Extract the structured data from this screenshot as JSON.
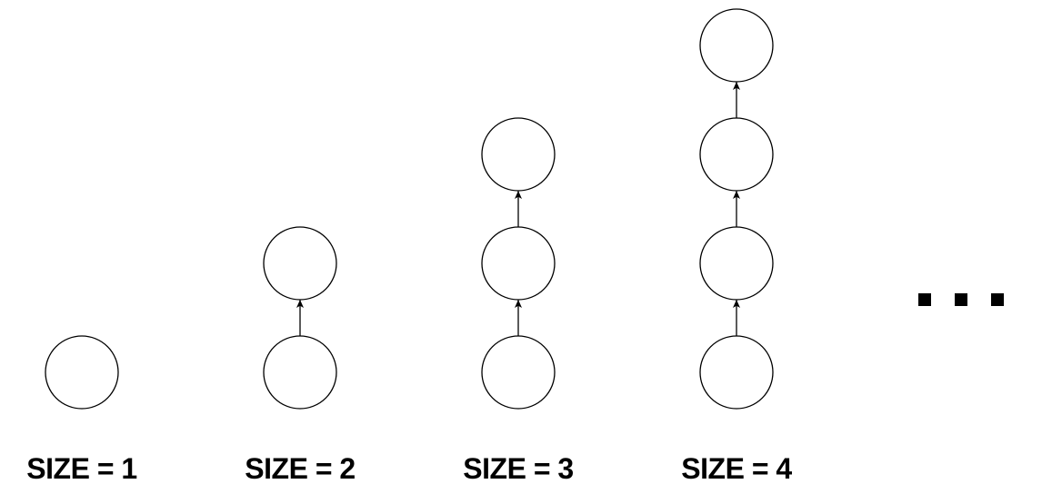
{
  "figure": {
    "background_color": "#ffffff",
    "node_stroke_color": "#000000",
    "node_fill_color": "#ffffff",
    "arrow_color": "#000000",
    "label_color": "#000000",
    "chains": [
      {
        "label": "SIZE = 1",
        "size": 1
      },
      {
        "label": "SIZE = 2",
        "size": 2
      },
      {
        "label": "SIZE = 3",
        "size": 3
      },
      {
        "label": "SIZE = 4",
        "size": 4
      }
    ],
    "ellipsis": {
      "dot_count": 3,
      "dot_shape": "square",
      "color": "#000000"
    }
  }
}
